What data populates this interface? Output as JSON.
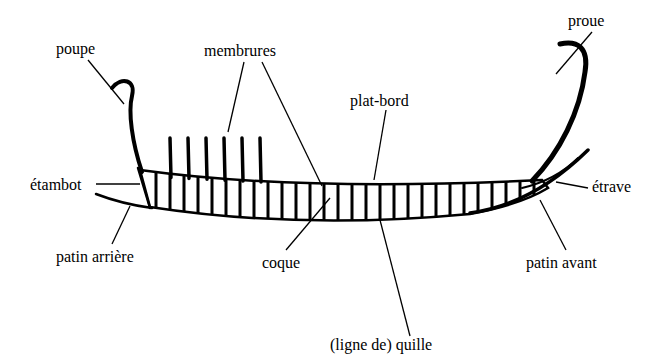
{
  "diagram": {
    "labels": [
      "poupe",
      "membrures",
      "proue",
      "plat-bord",
      "étambot",
      "patin arrière",
      "coque",
      "patin avant",
      "étrave",
      "(ligne de) quille"
    ]
  }
}
